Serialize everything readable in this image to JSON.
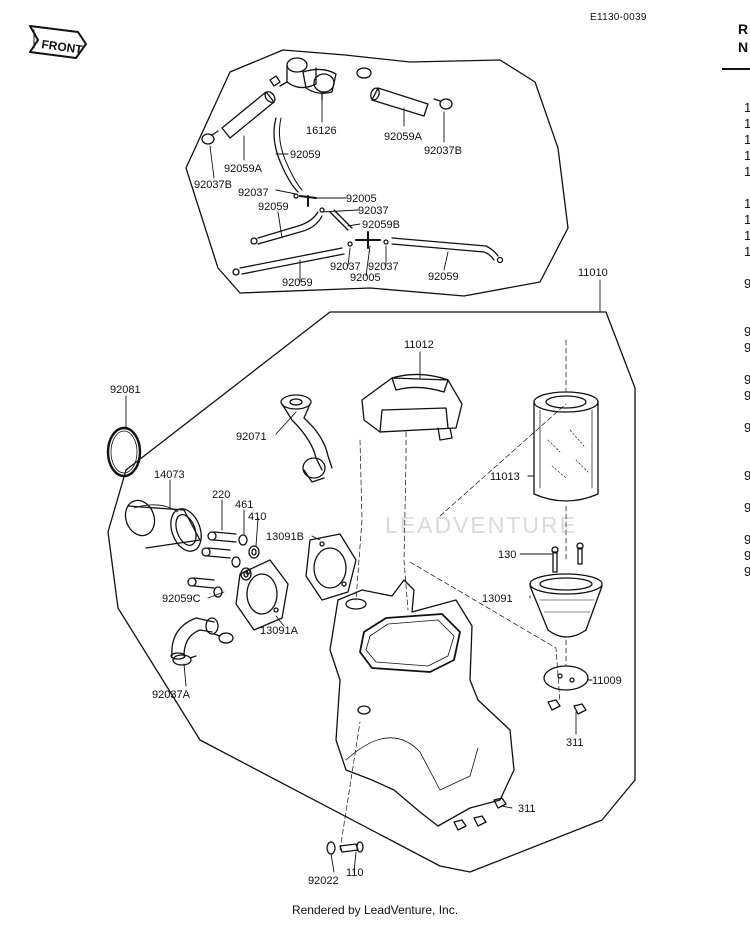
{
  "doc_id": "E1130-0039",
  "front_tag": "FRONT",
  "watermark": "LEADVENTURE",
  "footer": "Rendered by LeadVenture, Inc.",
  "side_column": {
    "header": [
      "R",
      "N"
    ],
    "items": [
      "1",
      "1",
      "1",
      "1",
      "1",
      "",
      "1",
      "1",
      "1",
      "1",
      "",
      "9",
      "",
      "",
      "9",
      "9",
      "",
      "9",
      "9",
      "",
      "9",
      "",
      "",
      "9",
      "",
      "9",
      "",
      "9",
      "9",
      "9"
    ]
  },
  "callouts": {
    "c16126": "16126",
    "c92059a_top_r": "92059A",
    "c92037b_r": "92037B",
    "c92059a_top_l": "92059A",
    "c92059_top": "92059",
    "c92037b_l": "92037B",
    "c92037_a": "92037",
    "c92005_a": "92005",
    "c92037_b": "92037",
    "c92059_mid": "92059",
    "c92059b": "92059B",
    "c92037_c": "92037",
    "c92037_d": "92037",
    "c92005_b": "92005",
    "c92059_low_l": "92059",
    "c92059_low_r": "92059",
    "c11010": "11010",
    "c11012": "11012",
    "c92081": "92081",
    "c92071": "92071",
    "c14073": "14073",
    "c220": "220",
    "c461": "461",
    "c410": "410",
    "c13091b": "13091B",
    "c11013": "11013",
    "c130": "130",
    "c13091": "13091",
    "c92059c": "92059C",
    "c13091a": "13091A",
    "c92037a": "92037A",
    "c11009": "11009",
    "c311_a": "311",
    "c311_b": "311",
    "c92022": "92022",
    "c110": "110"
  }
}
